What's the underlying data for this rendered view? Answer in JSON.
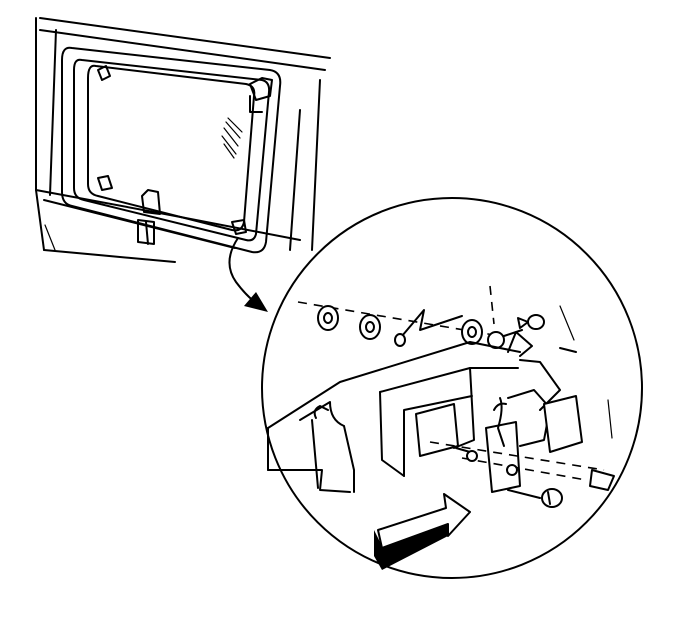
{
  "figure": {
    "background": "#ffffff",
    "line_color": "#000000",
    "parts": [
      "vehicle-side-panel",
      "sliding-window-frame",
      "window-glass",
      "window-latch",
      "detail-callout-arrow",
      "detail-circle",
      "spacer-washer",
      "bushing",
      "latch-bracket",
      "bolt",
      "screw",
      "direction-arrow"
    ]
  }
}
